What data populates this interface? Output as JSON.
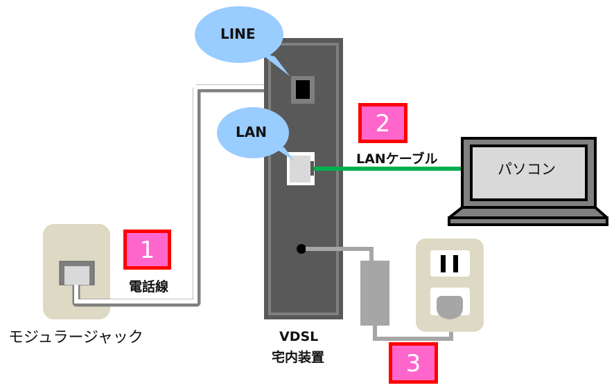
{
  "bubbles": {
    "line": "LINE",
    "lan": "LAN"
  },
  "badges": {
    "phone_cable": "1",
    "lan_cable": "2",
    "power": "3"
  },
  "labels": {
    "phone_cable": "電話線",
    "lan_cable": "LANケーブル",
    "pc": "パソコン",
    "modular_jack": "モジュラージャック",
    "device_line1": "VDSL",
    "device_line2": "宅内装置"
  },
  "colors": {
    "bubble": "#99ccff",
    "device": "#595959",
    "device_border": "#7f7f7f",
    "lan_cable": "#00b050",
    "badge_fill": "#ff66cc",
    "badge_border": "#ff0000",
    "wall_plate": "#ddd9c4",
    "power_cable": "#a6a6a6"
  }
}
